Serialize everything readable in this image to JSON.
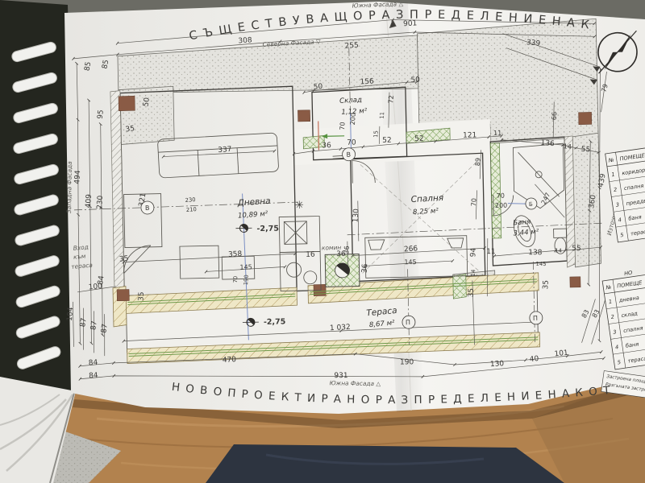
{
  "titles": {
    "existing": "С Ъ Щ Е С Т В У В А Щ О   Р А З П Р Е Д Е Л Е Н И Е   Н А   К О Т А  -2,75",
    "proposed": "Н О В О П Р О Е К Т И Р А Н О   Р А З П Р Е Д Е Л Е Н И Е   Н А   К О Т А  -2,75"
  },
  "facades": {
    "south_top": "Южна Фасада △",
    "north": "Северна Фасада ▽",
    "south_bottom": "Южна Фасада △",
    "west": "Западна Фасада",
    "east": "Източна Фасада"
  },
  "rooms": {
    "living": {
      "name": "Дневна",
      "area": "10,89 м²"
    },
    "storage": {
      "name": "Склад",
      "area": "1,12 м²"
    },
    "bedroom": {
      "name": "Спалня",
      "area": "8,25 м²"
    },
    "bath": {
      "name": "Баня",
      "area": "3,44 м²"
    },
    "terrace": {
      "name": "Тераса",
      "area": "8,67 м²"
    },
    "entrance": {
      "l1": "Вход",
      "l2": "към",
      "l3": "тераса"
    },
    "chimney": "комин"
  },
  "levels": {
    "main": "-2,75"
  },
  "doors": {
    "width": "70",
    "height": "200"
  },
  "markers": {
    "v": "В",
    "p": "П",
    "b": "Б"
  },
  "symbols": {
    "flue": "✳"
  },
  "tables": {
    "existing": {
      "col_no": "№",
      "col_name": "ПОМЕЩЕ",
      "rows": [
        {
          "n": "1",
          "name": "коридор"
        },
        {
          "n": "2",
          "name": "спалня"
        },
        {
          "n": "3",
          "name": "преддве"
        },
        {
          "n": "4",
          "name": "баня"
        },
        {
          "n": "5",
          "name": "тераса"
        }
      ]
    },
    "proposed": {
      "title": "НО",
      "col_no": "№",
      "col_name": "ПОМЕЩЕ",
      "rows": [
        {
          "n": "1",
          "name": "дневна"
        },
        {
          "n": "2",
          "name": "склад"
        },
        {
          "n": "3",
          "name": "спалня"
        },
        {
          "n": "4",
          "name": "баня"
        },
        {
          "n": "5",
          "name": "тераса"
        }
      ]
    },
    "notes": [
      "Застроена площ",
      "Разгъната застроена"
    ]
  },
  "dims": {
    "top": [
      "308",
      "901",
      "255",
      "339"
    ],
    "upper": [
      "156",
      "50",
      "50",
      "11",
      "72",
      "15",
      "36",
      "70",
      "52",
      "52",
      "121",
      "11",
      "89",
      "136",
      "14",
      "55",
      "66",
      "79"
    ],
    "left": [
      "85",
      "85",
      "95",
      "50",
      "35",
      "494",
      "409",
      "230",
      "230",
      "210",
      "321",
      "337"
    ],
    "leftlow": [
      "104",
      "87",
      "87",
      "87",
      "100",
      "84",
      "35",
      "35",
      "84",
      "84"
    ],
    "living": [
      "358",
      "145",
      "70",
      "190",
      "16",
      "36",
      "36",
      "130"
    ],
    "bed": [
      "266",
      "145",
      "70",
      "36",
      "94",
      "11",
      "14",
      "35"
    ],
    "bath": [
      "247",
      "138",
      "14",
      "55",
      "145",
      "35",
      "360"
    ],
    "right": [
      "439",
      "83",
      "83"
    ],
    "bottom": [
      "470",
      "931",
      "190",
      "130",
      "40",
      "101",
      "1 032"
    ]
  }
}
